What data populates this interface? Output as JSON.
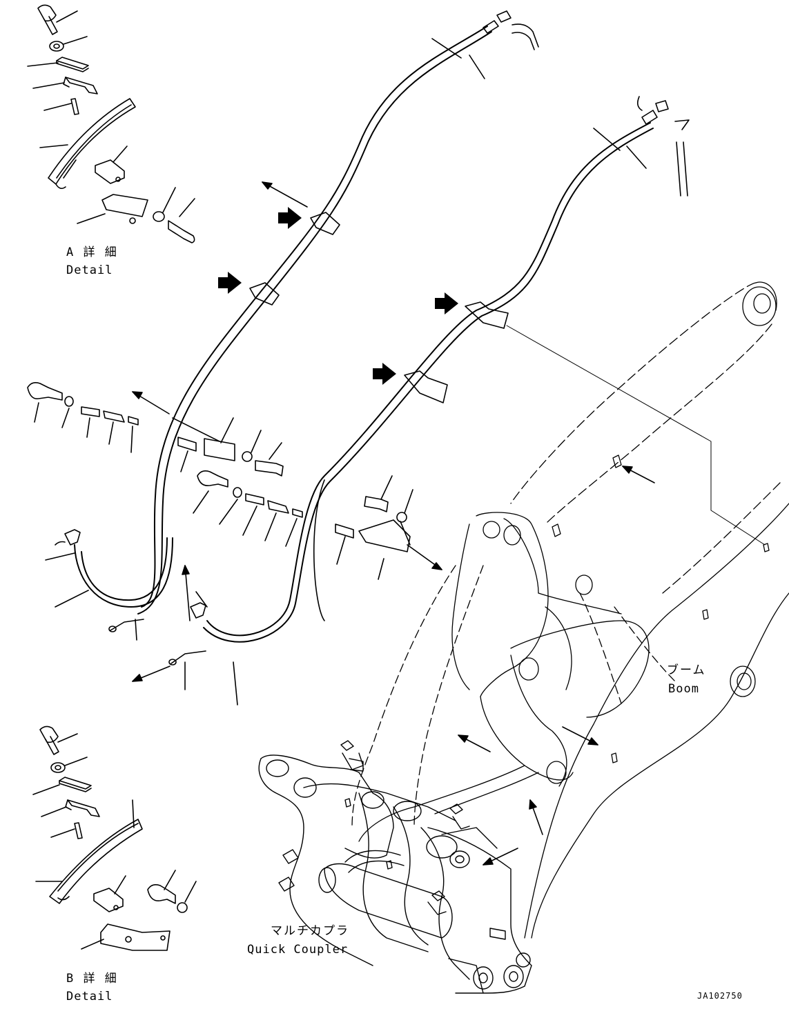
{
  "labels": {
    "detail_a_jp": "A 詳 細",
    "detail_a_en": "Detail",
    "detail_b_jp": "B 詳 細",
    "detail_b_en": "Detail",
    "boom_jp": "ブーム",
    "boom_en": "Boom",
    "coupler_jp": "マルチカプラ",
    "coupler_en": "Quick Coupler",
    "drawing_code": "JA102750"
  }
}
